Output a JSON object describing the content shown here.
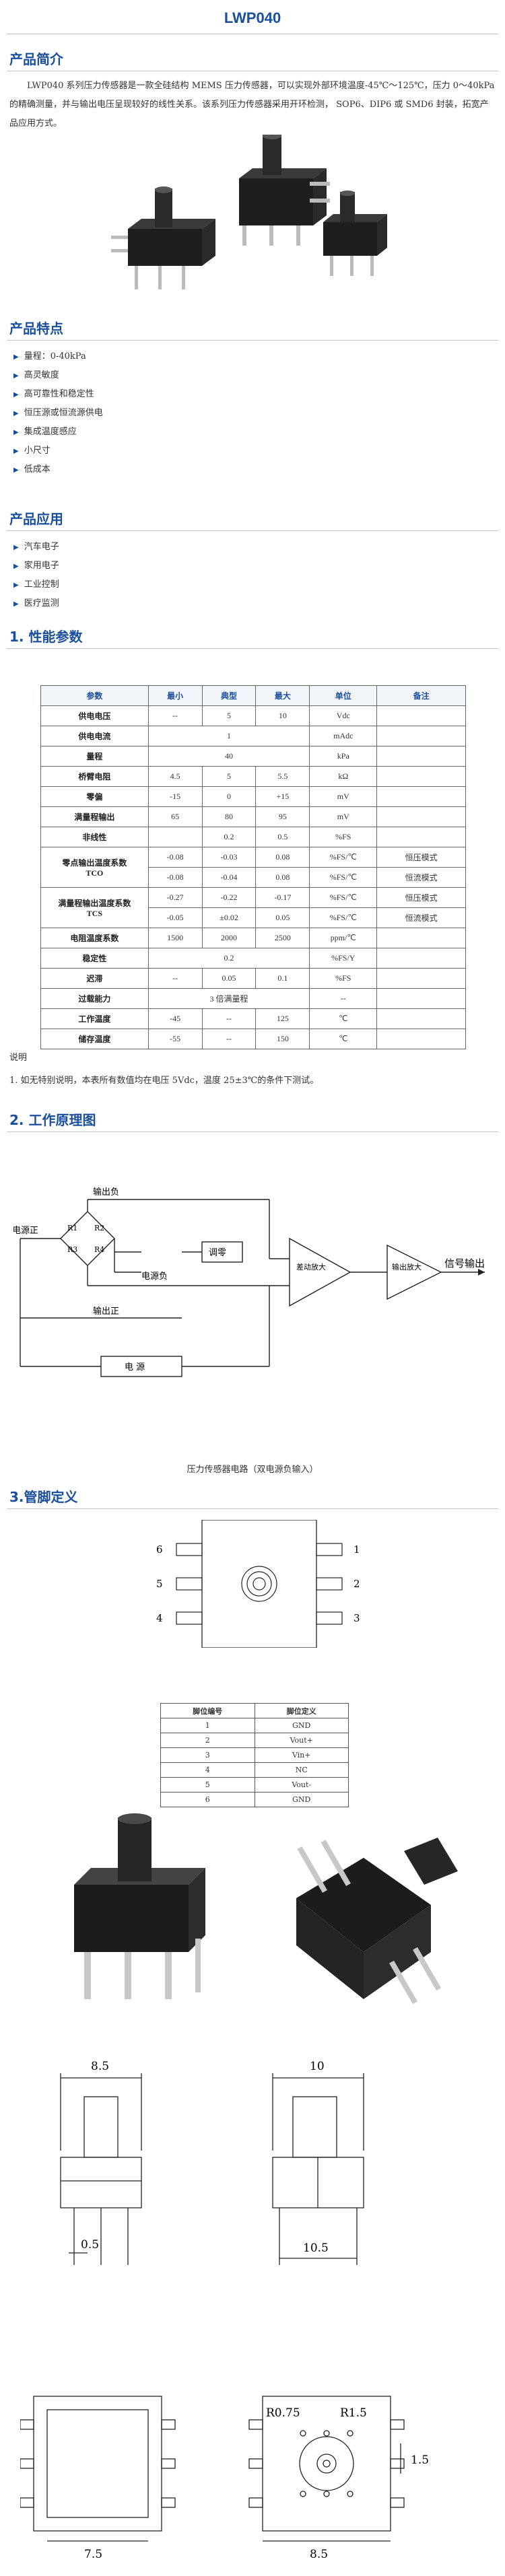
{
  "title": "LWP040",
  "intro": {
    "heading": "产品简介",
    "text": "LWP040 系列压力传感器是一款全硅结构 MEMS 压力传感器，可以实现外部环境温度-45℃～125℃，压力 0～40kPa 的精确测量，并与输出电压呈现较好的线性关系。该系列压力传感器采用开环检测， SOP6、DIP6 或 SMD6 封装，拓宽产品应用方式。"
  },
  "features": {
    "heading": "产品特点",
    "items": [
      "量程：0-40kPa",
      "高灵敏度",
      "高可靠性和稳定性",
      "恒压源或恒流源供电",
      "集成温度感应",
      "小尺寸",
      "低成本"
    ]
  },
  "applications": {
    "heading": "产品应用",
    "items": [
      "汽车电子",
      "家用电子",
      "工业控制",
      "医疗监测"
    ]
  },
  "performance": {
    "heading": "1. 性能参数",
    "header": [
      "参数",
      "最小",
      "典型",
      "最大",
      "单位",
      "备注"
    ],
    "rows": [
      {
        "name": "供电电压",
        "min": "--",
        "typ": "5",
        "max": "10",
        "unit": "Vdc",
        "note": ""
      },
      {
        "name": "供电电流",
        "span": "1",
        "unit": "mAdc",
        "note": ""
      },
      {
        "name": "量程",
        "span": "40",
        "unit": "kPa",
        "note": ""
      },
      {
        "name": "桥臂电阻",
        "min": "4.5",
        "typ": "5",
        "max": "5.5",
        "unit": "kΩ",
        "note": ""
      },
      {
        "name": "零偏",
        "min": "-15",
        "typ": "0",
        "max": "+15",
        "unit": "mV",
        "note": ""
      },
      {
        "name": "满量程输出",
        "min": "65",
        "typ": "80",
        "max": "95",
        "unit": "mV",
        "note": ""
      },
      {
        "name": "非线性",
        "min": "",
        "typ": "0.2",
        "max": "0.5",
        "unit": "%FS",
        "note": ""
      }
    ],
    "tco": {
      "name": "零点输出温度系数",
      "sub": "TCO",
      "rows": [
        {
          "min": "-0.08",
          "typ": "-0.03",
          "max": "0.08",
          "unit": "%FS/℃",
          "note": "恒压模式"
        },
        {
          "min": "-0.08",
          "typ": "-0.04",
          "max": "0.08",
          "unit": "%FS/℃",
          "note": "恒流模式"
        }
      ]
    },
    "tcs": {
      "name": "满量程输出温度系数",
      "sub": "TCS",
      "rows": [
        {
          "min": "-0.27",
          "typ": "-0.22",
          "max": "-0.17",
          "unit": "%FS/℃",
          "note": "恒压模式"
        },
        {
          "min": "-0.05",
          "typ": "±0.02",
          "max": "0.05",
          "unit": "%FS/℃",
          "note": "恒流模式"
        }
      ]
    },
    "rows2": [
      {
        "name": "电阻温度系数",
        "min": "1500",
        "typ": "2000",
        "max": "2500",
        "unit": "ppm/℃",
        "note": ""
      },
      {
        "name": "稳定性",
        "span": "0.2",
        "unit": "%FS/Y",
        "note": ""
      },
      {
        "name": "迟滞",
        "min": "--",
        "typ": "0.05",
        "max": "0.1",
        "unit": "%FS",
        "note": ""
      },
      {
        "name": "过载能力",
        "span": "3 倍满量程",
        "unit": "--",
        "note": ""
      },
      {
        "name": "工作温度",
        "min": "-45",
        "typ": "--",
        "max": "125",
        "unit": "℃",
        "note": ""
      },
      {
        "name": "储存温度",
        "min": "-55",
        "typ": "--",
        "max": "150",
        "unit": "℃",
        "note": ""
      }
    ]
  },
  "notes": {
    "label": "说明",
    "text": "1. 如无特别说明，本表所有数值均在电压 5Vdc，温度 25±3℃的条件下测试。"
  },
  "circuit": {
    "heading": "2. 工作原理图",
    "out_neg": "输出负",
    "power_pos": "电源正",
    "out_pos": "输出正",
    "power_neg": "电源负",
    "zero": "调零",
    "amp1": "差动放大",
    "amp2": "输出放大",
    "signal": "信号输出",
    "power": "电  源",
    "r1": "R1",
    "r2": "R2",
    "r3": "R3",
    "r4": "R4",
    "caption": "压力传感器电路（双电源负输入）"
  },
  "pins": {
    "heading": "3.管脚定义",
    "labels_left": [
      "6",
      "5",
      "4"
    ],
    "labels_right": [
      "1",
      "2",
      "3"
    ],
    "header": [
      "脚位编号",
      "脚位定义"
    ],
    "rows": [
      [
        "1",
        "GND"
      ],
      [
        "2",
        "Vout+"
      ],
      [
        "3",
        "Vin+"
      ],
      [
        "4",
        "NC"
      ],
      [
        "5",
        "Vout-"
      ],
      [
        "6",
        "GND"
      ]
    ]
  },
  "dimensions": {
    "front_width": "8.5",
    "front_pin": "0.5",
    "side_width": "10",
    "side_base": "10.5",
    "bottom_left_width": "7.5",
    "bottom_right_width": "8.5",
    "r1": "R0.75",
    "r2": "R1.5",
    "pitch": "1.5"
  }
}
